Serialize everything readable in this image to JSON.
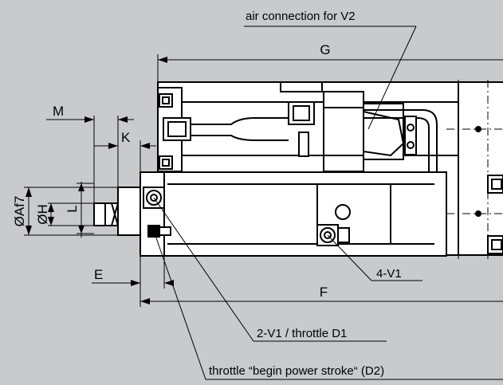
{
  "colors": {
    "background": "#c8cacc",
    "part_fill": "#ffffff",
    "line": "#000000"
  },
  "dimensions": {
    "g": "G",
    "m": "M",
    "k": "K",
    "e": "E",
    "f": "F",
    "a": "ØAf7",
    "h": "ØH",
    "l": "L"
  },
  "callouts": {
    "air_connection_v2": "air connection for V2",
    "four_v1": "4-V1",
    "two_v1_throttle": "2-V1 / throttle D1",
    "throttle_d2": "throttle “begin power stroke“ (D2)"
  }
}
